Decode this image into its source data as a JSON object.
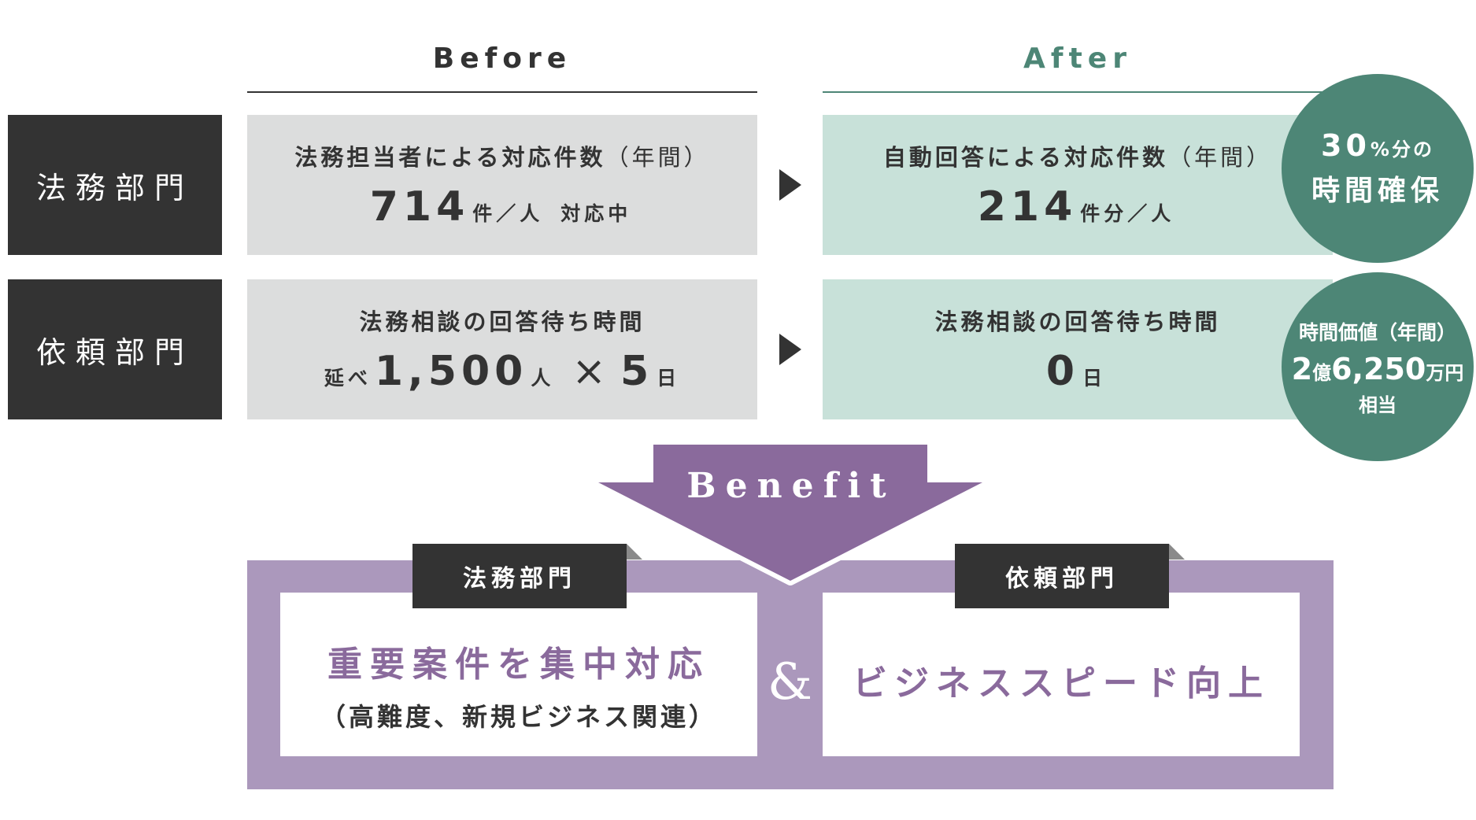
{
  "headers": {
    "before": "Before",
    "after": "After"
  },
  "colors": {
    "dark": "#333333",
    "gray_box": "#dcdddd",
    "mint_box": "#c8e1d9",
    "teal": "#4d8676",
    "purple": "#8a6a9c",
    "purple_light": "#ab98bc",
    "line": "#333333",
    "line_after": "#4d8676"
  },
  "rows": [
    {
      "label": "法務部門",
      "before": {
        "title": "法務担当者による対応件数",
        "paren": "（年間）",
        "value": "714",
        "unit": "件／人",
        "suffix": "対応中"
      },
      "after": {
        "title": "自動回答による対応件数",
        "paren": "（年間）",
        "value": "214",
        "unit": "件分／人"
      }
    },
    {
      "label": "依頼部門",
      "before": {
        "title": "法務相談の回答待ち時間",
        "prefix": "延べ",
        "value": "1,500",
        "unit": "人",
        "times": "×",
        "value2": "5",
        "unit2": "日"
      },
      "after": {
        "title": "法務相談の回答待ち時間",
        "value": "0",
        "unit": "日"
      }
    }
  ],
  "circles": {
    "c1": {
      "num": "30",
      "small": "%分の",
      "line2": "時間確保"
    },
    "c2": {
      "line1": "時間価値（年間）",
      "big1": "2",
      "small1": "億",
      "big2": "6,250",
      "small2": "万円",
      "line3": "相当"
    }
  },
  "benefit": {
    "label": "Benefit",
    "left": {
      "tab": "法務部門",
      "main": "重要案件を集中対応",
      "sub": "（高難度、新規ビジネス関連）"
    },
    "amp": "&",
    "right": {
      "tab": "依頼部門",
      "main": "ビジネススピード向上"
    }
  }
}
